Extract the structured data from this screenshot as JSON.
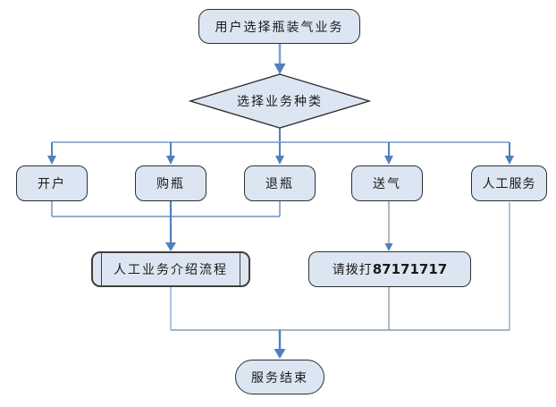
{
  "flowchart": {
    "start": {
      "label": "用户选择瓶装气业务"
    },
    "decision": {
      "label": "选择业务种类"
    },
    "branches": [
      {
        "label": "开户"
      },
      {
        "label": "购瓶"
      },
      {
        "label": "退瓶"
      },
      {
        "label": "送气"
      },
      {
        "label": "人工服务"
      }
    ],
    "manual_intro": {
      "label": "人工业务介绍流程"
    },
    "call": {
      "prefix": "请拨打",
      "number": "87171717"
    },
    "end": {
      "label": "服务结束"
    },
    "colors": {
      "node_fill": "#dce6f2",
      "node_border": "#2f3033",
      "arrow_blue": "#4f81bd",
      "arrow_light_blue": "#7da3d4",
      "line_light_blue": "#95b3d7",
      "line_gray": "#5f7081",
      "collector_gray_blue": "#6b8ba4",
      "background": "#ffffff"
    }
  }
}
